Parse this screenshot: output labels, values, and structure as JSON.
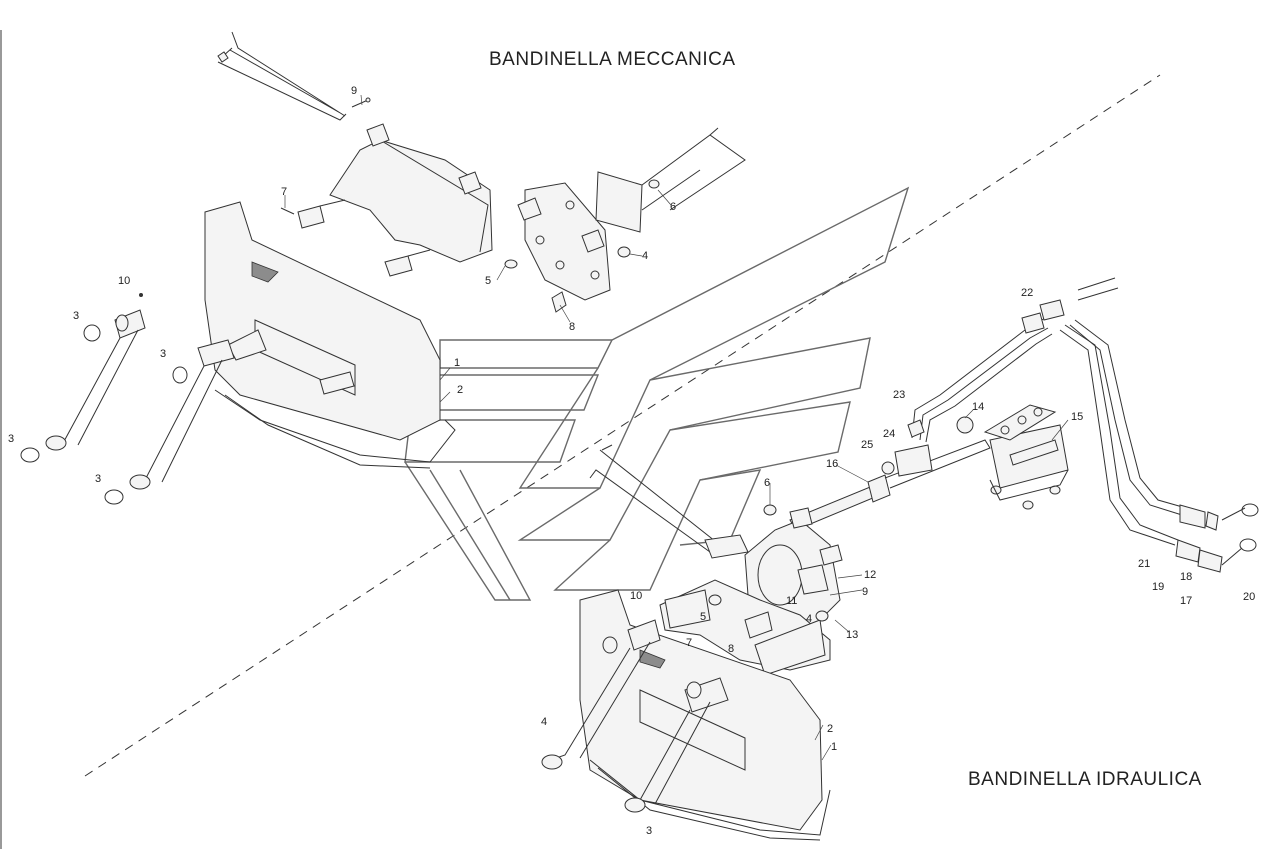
{
  "titles": {
    "mechanical": "BANDINELLA MECCANICA",
    "hydraulic": "BANDINELLA IDRAULICA"
  },
  "callouts_top": {
    "c1": "1",
    "c2": "2",
    "c3a": "3",
    "c3b": "3",
    "c3c": "3",
    "c3d": "3",
    "c4": "4",
    "c5": "5",
    "c6": "6",
    "c7": "7",
    "c8": "8",
    "c9": "9",
    "c10": "10"
  },
  "callouts_bottom": {
    "c1": "1",
    "c2": "2",
    "c3": "3",
    "c4a": "4",
    "c4b": "4",
    "c5": "5",
    "c6": "6",
    "c7": "7",
    "c8": "8",
    "c9": "9",
    "c10": "10",
    "c11": "11",
    "c12": "12",
    "c13": "13",
    "c14": "14",
    "c15": "15",
    "c16": "16",
    "c17": "17",
    "c18": "18",
    "c19": "19",
    "c20": "20",
    "c21": "21",
    "c22": "22",
    "c23": "23",
    "c24": "24",
    "c25": "25"
  },
  "colors": {
    "line": "#333333",
    "watermark": "#6a6a6a",
    "shade": "#8c8c8c"
  }
}
